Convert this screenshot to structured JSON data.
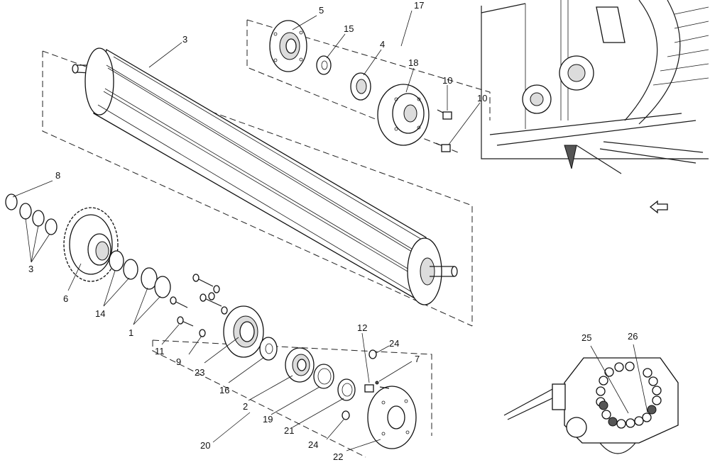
{
  "labels": [
    {
      "id": "p3a",
      "text": "3"
    },
    {
      "id": "p5",
      "text": "5"
    },
    {
      "id": "p17",
      "text": "17"
    },
    {
      "id": "p15",
      "text": "15"
    },
    {
      "id": "p4",
      "text": "4"
    },
    {
      "id": "p18",
      "text": "18"
    },
    {
      "id": "p10a",
      "text": "10"
    },
    {
      "id": "p10b",
      "text": "10"
    },
    {
      "id": "p8",
      "text": "8"
    },
    {
      "id": "p3b",
      "text": "3"
    },
    {
      "id": "p6",
      "text": "6"
    },
    {
      "id": "p14",
      "text": "14"
    },
    {
      "id": "p1",
      "text": "1"
    },
    {
      "id": "p11",
      "text": "11"
    },
    {
      "id": "p9",
      "text": "9"
    },
    {
      "id": "p23",
      "text": "23"
    },
    {
      "id": "p16",
      "text": "16"
    },
    {
      "id": "p2",
      "text": "2"
    },
    {
      "id": "p19",
      "text": "19"
    },
    {
      "id": "p21",
      "text": "21"
    },
    {
      "id": "p20",
      "text": "20"
    },
    {
      "id": "p12",
      "text": "12"
    },
    {
      "id": "p24a",
      "text": "24"
    },
    {
      "id": "p7",
      "text": "7"
    },
    {
      "id": "p24b",
      "text": "24"
    },
    {
      "id": "p22",
      "text": "22"
    },
    {
      "id": "p25",
      "text": "25"
    },
    {
      "id": "p26",
      "text": "26"
    }
  ]
}
